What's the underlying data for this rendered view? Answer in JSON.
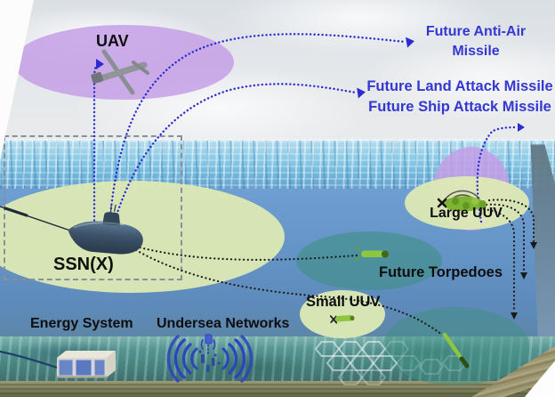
{
  "diagram": {
    "labels": {
      "uav": "UAV",
      "ssnx": "SSN(X)",
      "large_uuv": "Large UUV",
      "future_torpedoes": "Future Torpedoes",
      "small_uuv": "Small UUV",
      "energy_system": "Energy System",
      "undersea_networks": "Undersea Networks",
      "future_anti_air_missile": "Future Anti-Air Missile",
      "future_land_attack_missile": "Future Land Attack Missile",
      "future_ship_attack_missile": "Future Ship Attack Missile"
    },
    "colors": {
      "label_blue": "#3437d0",
      "comm_link_blue": "#2b2bd0",
      "deploy_path_black": "#1a1a1a",
      "coverage_green": "#dde9b4",
      "coverage_purple": "#c49fe6",
      "coverage_teal": "#3f8f84",
      "vehicle_green": "#8dc63f",
      "submarine_hull": "#3c5268",
      "underwater_blue": "#6493c6"
    }
  }
}
